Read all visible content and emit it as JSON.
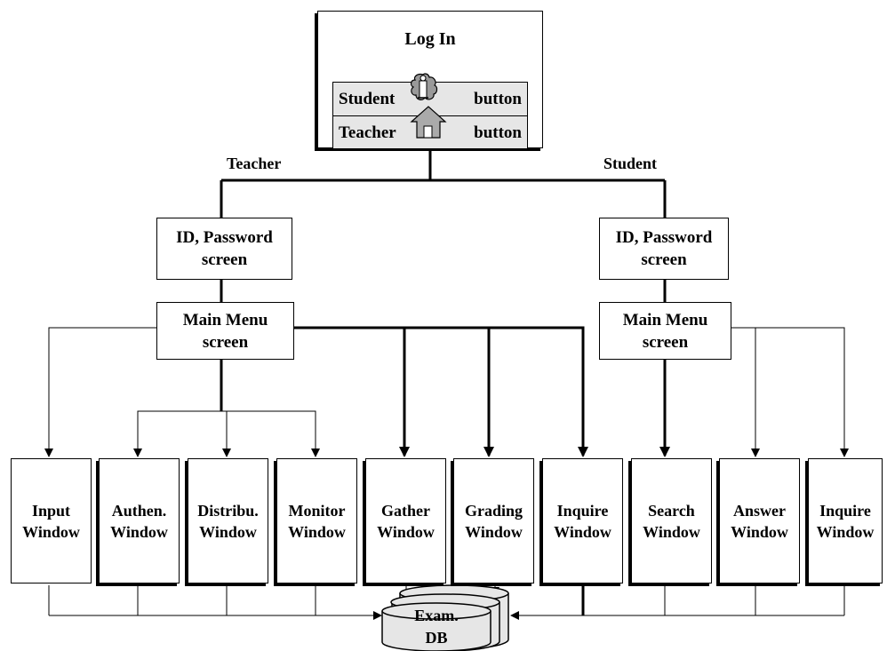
{
  "login": {
    "title": "Log In",
    "student_button": {
      "left": "Student",
      "right": "button"
    },
    "teacher_button": {
      "left": "Teacher",
      "right": "button"
    }
  },
  "branches": {
    "teacher": "Teacher",
    "student": "Student"
  },
  "teacher": {
    "id_screen": [
      "ID, Password",
      "screen"
    ],
    "main_menu": [
      "Main Menu",
      "screen"
    ],
    "windows": [
      [
        "Input",
        "Window"
      ],
      [
        "Authen.",
        "Window"
      ],
      [
        "Distribu.",
        "Window"
      ],
      [
        "Monitor",
        "Window"
      ],
      [
        "Gather",
        "Window"
      ],
      [
        "Grading",
        "Window"
      ],
      [
        "Inquire",
        "Window"
      ]
    ]
  },
  "student": {
    "id_screen": [
      "ID, Password",
      "screen"
    ],
    "main_menu": [
      "Main Menu",
      "screen"
    ],
    "windows": [
      [
        "Search",
        "Window"
      ],
      [
        "Answer",
        "Window"
      ],
      [
        "Inquire",
        "Window"
      ]
    ]
  },
  "database": {
    "line1": "Exam.",
    "line2": "DB"
  },
  "icons": {
    "student": "info-icon",
    "teacher": "house-icon"
  }
}
